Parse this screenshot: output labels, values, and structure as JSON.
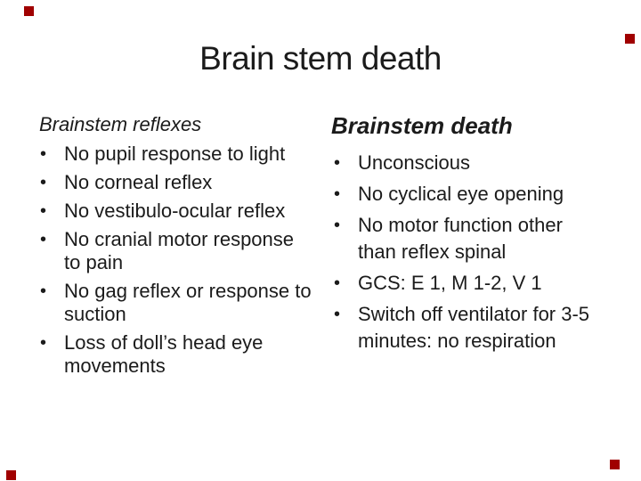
{
  "title": "Brain stem death",
  "bullet_char": "•",
  "left_column": {
    "heading": "Brainstem reflexes",
    "items": [
      "No pupil response to light",
      "No corneal reflex",
      "No vestibulo-ocular reflex",
      "No cranial motor response\nto pain",
      "No gag reflex or response to\nsuction",
      "Loss of doll’s head eye\nmovements"
    ]
  },
  "right_column": {
    "heading": "Brainstem death",
    "items": [
      "Unconscious",
      "No cyclical eye opening",
      "No motor function other\nthan reflex spinal",
      "GCS: E 1, M 1-2, V 1",
      "Switch off ventilator for 3-5\nminutes: no respiration"
    ]
  },
  "colors": {
    "background": "#ffffff",
    "text": "#1b1b1b",
    "corner_mark": "#a00000"
  }
}
